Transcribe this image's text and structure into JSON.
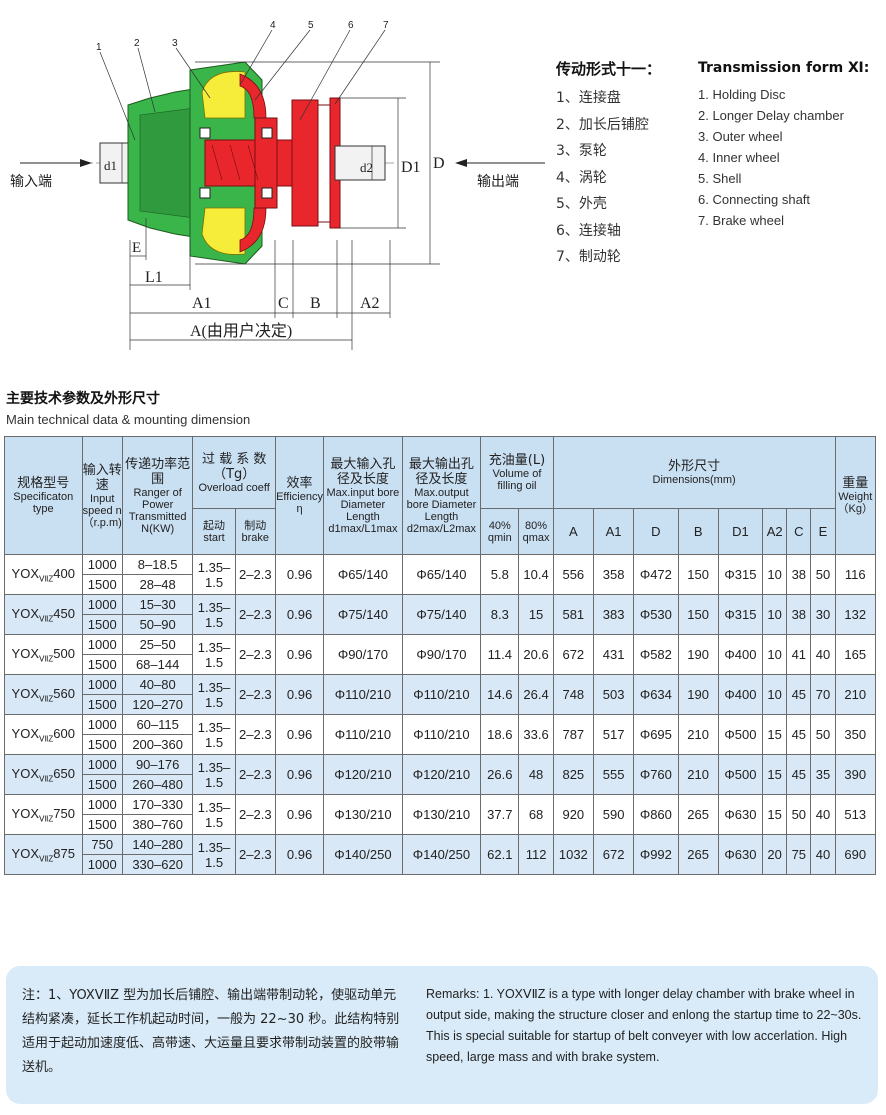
{
  "diagram": {
    "part_numbers": [
      "1",
      "2",
      "3",
      "4",
      "5",
      "6",
      "7"
    ],
    "input_label": "输入端",
    "output_label": "输出端",
    "dims": {
      "d1": "d1",
      "d2": "d2",
      "D1": "D1",
      "D": "D",
      "E": "E",
      "L1": "L1",
      "A1": "A1",
      "C": "C",
      "B": "B",
      "A2": "A2",
      "A": "A(由用户决定)"
    }
  },
  "legend_cn": {
    "title": "传动形式十一：",
    "items": [
      "1、连接盘",
      "2、加长后铺腔",
      "3、泵轮",
      "4、涡轮",
      "5、外壳",
      "6、连接轴",
      "7、制动轮"
    ]
  },
  "legend_en": {
    "title": "Transmission form Ⅺ:",
    "items": [
      "1. Holding Disc",
      "2. Longer Delay chamber",
      "3. Outer wheel",
      "4. Inner wheel",
      "5. Shell",
      "6. Connecting shaft",
      "7. Brake wheel"
    ]
  },
  "section": {
    "title": "主要技术参数及外形尺寸",
    "subtitle": "Main technical data & mounting dimension"
  },
  "headers": {
    "spec_cn": "规格型号",
    "spec_en": "Specificaton type",
    "speed_cn": "输入转速",
    "speed_en": "Input speed n（r.p.m)",
    "power_cn": "传递功率范围",
    "power_en": "Ranger of Power Transmitted N(KW)",
    "overload_cn": "过 载 系 数",
    "overload_tg": "（Tg）",
    "overload_en": "Overload coeff",
    "start": "起动 start",
    "brake": "制动 brake",
    "eff_cn": "效率",
    "eff_en": "Efficiency η",
    "inbore_cn": "最大输入孔径及长度",
    "inbore_en": "Max.input bore Diameter Length",
    "inbore_sym": "d1max/L1max",
    "outbore_cn": "最大输出孔径及长度",
    "outbore_en": "Max.output bore Diameter Length",
    "outbore_sym": "d2max/L2max",
    "oil_cn": "充油量(L)",
    "oil_en": "Volume of filling oil",
    "oil40": "40% qmin",
    "oil80": "80% qmax",
    "dims_cn": "外形尺寸",
    "dims_en": "Dimensions(mm)",
    "dim_cols": [
      "A",
      "A1",
      "D",
      "B",
      "D1",
      "A2",
      "C",
      "E"
    ],
    "weight_cn": "重量",
    "weight_en": "Weight（Kg）"
  },
  "rows": [
    {
      "model": "YOX",
      "sub": "ⅤⅡZ",
      "size": "400",
      "speeds": [
        "1000",
        "1500"
      ],
      "powers": [
        "8–18.5",
        "28–48"
      ],
      "start": "1.35–1.5",
      "brake": "2–2.3",
      "eff": "0.96",
      "inbore": "Φ65/140",
      "outbore": "Φ65/140",
      "q40": "5.8",
      "q80": "10.4",
      "A": "556",
      "A1": "358",
      "D": "Φ472",
      "B": "150",
      "D1": "Φ315",
      "A2": "10",
      "C": "38",
      "E": "50",
      "weight": "116"
    },
    {
      "model": "YOX",
      "sub": "ⅤⅡZ",
      "size": "450",
      "speeds": [
        "1000",
        "1500"
      ],
      "powers": [
        "15–30",
        "50–90"
      ],
      "start": "1.35–1.5",
      "brake": "2–2.3",
      "eff": "0.96",
      "inbore": "Φ75/140",
      "outbore": "Φ75/140",
      "q40": "8.3",
      "q80": "15",
      "A": "581",
      "A1": "383",
      "D": "Φ530",
      "B": "150",
      "D1": "Φ315",
      "A2": "10",
      "C": "38",
      "E": "30",
      "weight": "132"
    },
    {
      "model": "YOX",
      "sub": "ⅤⅡZ",
      "size": "500",
      "speeds": [
        "1000",
        "1500"
      ],
      "powers": [
        "25–50",
        "68–144"
      ],
      "start": "1.35–1.5",
      "brake": "2–2.3",
      "eff": "0.96",
      "inbore": "Φ90/170",
      "outbore": "Φ90/170",
      "q40": "11.4",
      "q80": "20.6",
      "A": "672",
      "A1": "431",
      "D": "Φ582",
      "B": "190",
      "D1": "Φ400",
      "A2": "10",
      "C": "41",
      "E": "40",
      "weight": "165"
    },
    {
      "model": "YOX",
      "sub": "ⅤⅡZ",
      "size": "560",
      "speeds": [
        "1000",
        "1500"
      ],
      "powers": [
        "40–80",
        "120–270"
      ],
      "start": "1.35–1.5",
      "brake": "2–2.3",
      "eff": "0.96",
      "inbore": "Φ110/210",
      "outbore": "Φ110/210",
      "q40": "14.6",
      "q80": "26.4",
      "A": "748",
      "A1": "503",
      "D": "Φ634",
      "B": "190",
      "D1": "Φ400",
      "A2": "10",
      "C": "45",
      "E": "70",
      "weight": "210"
    },
    {
      "model": "YOX",
      "sub": "ⅤⅡZ",
      "size": "600",
      "speeds": [
        "1000",
        "1500"
      ],
      "powers": [
        "60–115",
        "200–360"
      ],
      "start": "1.35–1.5",
      "brake": "2–2.3",
      "eff": "0.96",
      "inbore": "Φ110/210",
      "outbore": "Φ110/210",
      "q40": "18.6",
      "q80": "33.6",
      "A": "787",
      "A1": "517",
      "D": "Φ695",
      "B": "210",
      "D1": "Φ500",
      "A2": "15",
      "C": "45",
      "E": "50",
      "weight": "350"
    },
    {
      "model": "YOX",
      "sub": "ⅤⅡZ",
      "size": "650",
      "speeds": [
        "1000",
        "1500"
      ],
      "powers": [
        "90–176",
        "260–480"
      ],
      "start": "1.35–1.5",
      "brake": "2–2.3",
      "eff": "0.96",
      "inbore": "Φ120/210",
      "outbore": "Φ120/210",
      "q40": "26.6",
      "q80": "48",
      "A": "825",
      "A1": "555",
      "D": "Φ760",
      "B": "210",
      "D1": "Φ500",
      "A2": "15",
      "C": "45",
      "E": "35",
      "weight": "390"
    },
    {
      "model": "YOX",
      "sub": "ⅤⅡZ",
      "size": "750",
      "speeds": [
        "1000",
        "1500"
      ],
      "powers": [
        "170–330",
        "380–760"
      ],
      "start": "1.35–1.5",
      "brake": "2–2.3",
      "eff": "0.96",
      "inbore": "Φ130/210",
      "outbore": "Φ130/210",
      "q40": "37.7",
      "q80": "68",
      "A": "920",
      "A1": "590",
      "D": "Φ860",
      "B": "265",
      "D1": "Φ630",
      "A2": "15",
      "C": "50",
      "E": "40",
      "weight": "513"
    },
    {
      "model": "YOX",
      "sub": "ⅤⅡZ",
      "size": "875",
      "speeds": [
        "750",
        "1000"
      ],
      "powers": [
        "140–280",
        "330–620"
      ],
      "start": "1.35–1.5",
      "brake": "2–2.3",
      "eff": "0.96",
      "inbore": "Φ140/250",
      "outbore": "Φ140/250",
      "q40": "62.1",
      "q80": "112",
      "A": "1032",
      "A1": "672",
      "D": "Φ992",
      "B": "265",
      "D1": "Φ630",
      "A2": "20",
      "C": "75",
      "E": "40",
      "weight": "690"
    }
  ],
  "note": {
    "cn": "注：1、YOXⅤⅡZ 型为加长后铺腔、输出端带制动轮，使驱动单元结构紧凑，延长工作机起动时间，一般为 22~30 秒。此结构特别适用于起动加速度低、高带速、大运量且要求带制动装置的胶带输送机。",
    "en": "Remarks: 1. YOXⅤⅡZ is a type with longer delay chamber with brake wheel in output side, making the structure closer and enlong the startup time to 22~30s. This is special suitable for startup of belt conveyer with low accerlation. High speed, large mass and with brake system."
  }
}
